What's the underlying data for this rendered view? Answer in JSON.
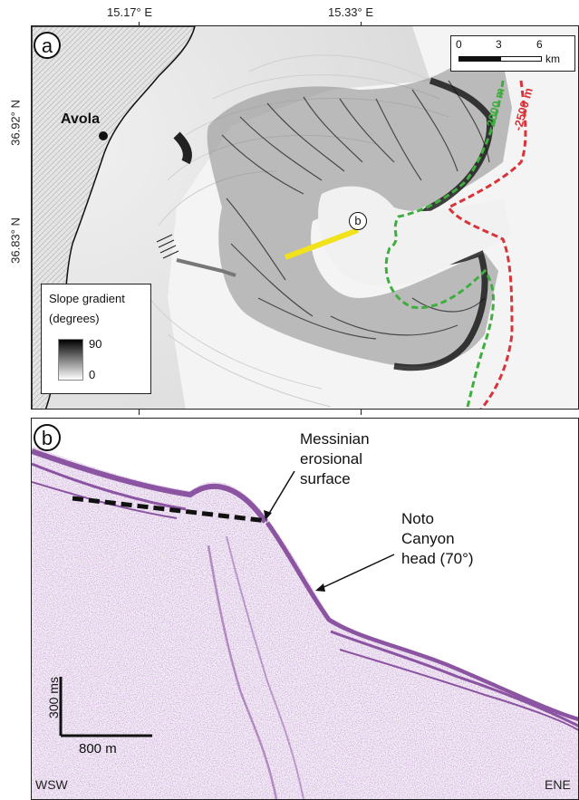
{
  "axes": {
    "longitude_ticks": [
      "15.17° E",
      "15.33° E"
    ],
    "latitude_ticks": [
      "36.92° N",
      "36.83° N"
    ]
  },
  "panel_a": {
    "label": "a",
    "place_label": "Avola",
    "contour_2000": "-2000 m",
    "contour_2500": "-2500 m",
    "profile_marker": "b",
    "legend": {
      "title_line1": "Slope gradient",
      "title_line2": "(degrees)",
      "max": "90",
      "min": "0"
    },
    "scale_bar": {
      "ticks": [
        "0",
        "3",
        "6"
      ],
      "unit": "km"
    },
    "colors": {
      "contour_2000": "#3fae3f",
      "contour_2500": "#d8343a",
      "profile_line": "#f2e21b",
      "land": "#e4e4e4"
    }
  },
  "panel_b": {
    "label": "b",
    "annotation_1": [
      "Messinian",
      "erosional",
      "surface"
    ],
    "annotation_2": [
      "Noto",
      "Canyon",
      "head (70°)"
    ],
    "vertical_scale": "300 ms",
    "horizontal_scale": "800 m",
    "left_end": "WSW",
    "right_end": "ENE",
    "colors": {
      "reflector": "#7b3d94"
    }
  }
}
